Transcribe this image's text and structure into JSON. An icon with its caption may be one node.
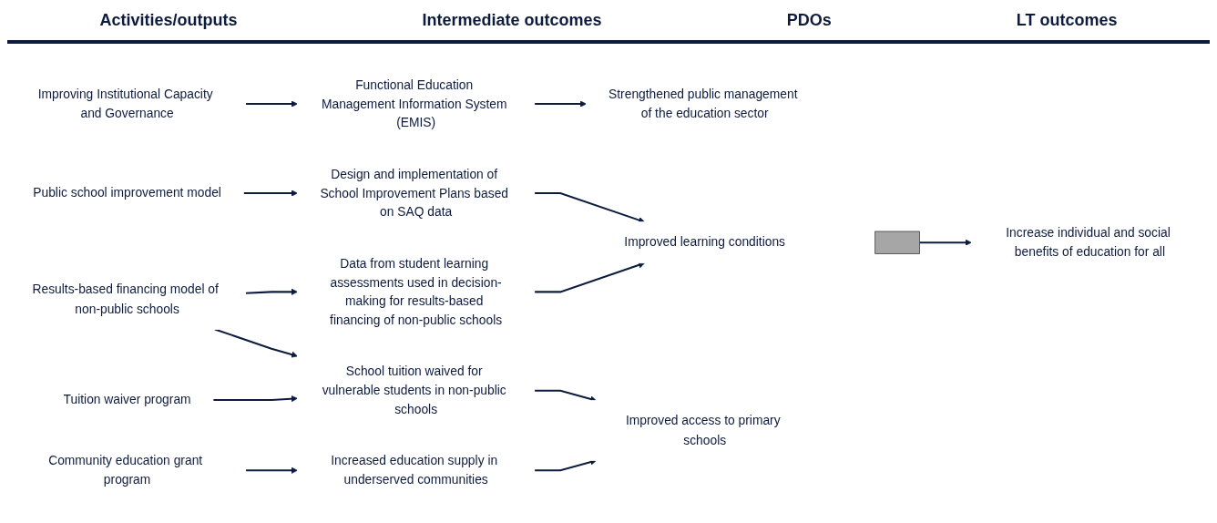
{
  "diagram": {
    "nodes": [
      {
        "text": [
          "Improving Institutional Capacity and Governance"
        ]
      },
      {
        "text": [
          "Functional Education Management Information System (EMIS)"
        ]
      },
      {
        "text": [
          "Strengthened public management of the education sector"
        ]
      },
      {
        "text": [
          "Public school improvement model"
        ]
      },
      {
        "text": [
          "Design and implementation of School Improvement Plans based on SAQ data"
        ]
      },
      {
        "text": [
          "Improved learning conditions"
        ]
      },
      {
        "text": [
          "Results-based financing model of non-public schools"
        ]
      },
      {
        "text": [
          "Data from student learning assessments used in decision-making for results-based financing of non-public schools"
        ]
      },
      {
        "text": [
          "School tuition waived for vulnerable students in non-public schools"
        ]
      },
      {
        "text": [
          "Tuition waiver program"
        ]
      },
      {
        "text": [
          "Improved access to primary schools"
        ]
      },
      {
        "text": [
          "Community education grant program"
        ]
      },
      {
        "text": [
          "Increased education supply in underserved communities"
        ]
      },
      {
        "text": [],
        "shape": "bar"
      },
      {
        "text": [
          "Increase individual and social benefits of education for all"
        ]
      }
    ],
    "edges": [
      {
        "from": 0,
        "to": 1,
        "arrow": "to"
      },
      {
        "from": 1,
        "to": 2,
        "arrow": "to"
      },
      {
        "from": 3,
        "to": 4,
        "arrow": "to"
      },
      {
        "from": 4,
        "to": 5,
        "arrow": "to"
      },
      {
        "from": 6,
        "to": 7,
        "arrow": "to"
      },
      {
        "from": 6,
        "to": 8,
        "arrow": "to"
      },
      {
        "from": 7,
        "to": 5,
        "arrow": "to"
      },
      {
        "from": 9,
        "to": 8,
        "arrow": "to"
      },
      {
        "from": 8,
        "to": 10,
        "arrow": "to"
      },
      {
        "from": 11,
        "to": 12,
        "arrow": "to"
      },
      {
        "from": 12,
        "to": 10,
        "arrow": "to"
      },
      {
        "from": 13,
        "to": 14,
        "arrow": "to"
      }
    ],
    "labels": [
      "Activities/outputs",
      "Intermediate outcomes",
      "PDOs",
      "LT outcomes"
    ]
  }
}
